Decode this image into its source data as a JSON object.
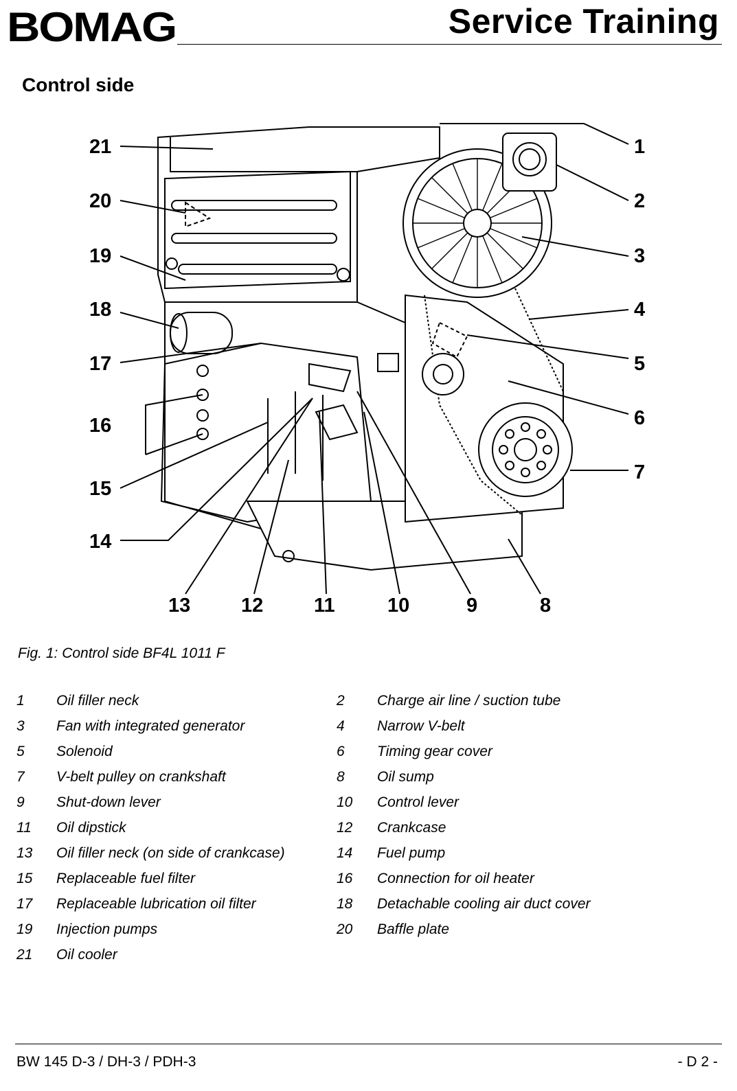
{
  "header": {
    "brand": "BOMAG",
    "title": "Service Training"
  },
  "section": {
    "title": "Control side"
  },
  "figure": {
    "callouts": [
      "21",
      "20",
      "19",
      "18",
      "17",
      "16",
      "15",
      "14",
      "1",
      "2",
      "3",
      "4",
      "5",
      "6",
      "7",
      "13",
      "12",
      "11",
      "10",
      "9",
      "8"
    ],
    "caption": "Fig. 1: Control side BF4L 1011 F"
  },
  "legend": [
    {
      "num": "1",
      "label": "Oil filler neck"
    },
    {
      "num": "2",
      "label": "Charge air line / suction tube"
    },
    {
      "num": "3",
      "label": "Fan with integrated generator"
    },
    {
      "num": "4",
      "label": "Narrow V-belt"
    },
    {
      "num": "5",
      "label": "Solenoid"
    },
    {
      "num": "6",
      "label": "Timing gear cover"
    },
    {
      "num": "7",
      "label": "V-belt pulley on crankshaft"
    },
    {
      "num": "8",
      "label": "Oil sump"
    },
    {
      "num": "9",
      "label": "Shut-down lever"
    },
    {
      "num": "10",
      "label": "Control lever"
    },
    {
      "num": "11",
      "label": "Oil dipstick"
    },
    {
      "num": "12",
      "label": "Crankcase"
    },
    {
      "num": "13",
      "label": "Oil filler neck (on side of crankcase)"
    },
    {
      "num": "14",
      "label": "Fuel pump"
    },
    {
      "num": "15",
      "label": "Replaceable fuel filter"
    },
    {
      "num": "16",
      "label": "Connection for oil heater"
    },
    {
      "num": "17",
      "label": "Replaceable lubrication oil filter"
    },
    {
      "num": "18",
      "label": "Detachable cooling air duct cover"
    },
    {
      "num": "19",
      "label": "Injection pumps"
    },
    {
      "num": "20",
      "label": "Baffle plate"
    },
    {
      "num": "21",
      "label": "Oil cooler"
    }
  ],
  "footer": {
    "model": "BW 145 D-3 / DH-3 / PDH-3",
    "page": "- D 2 -"
  }
}
